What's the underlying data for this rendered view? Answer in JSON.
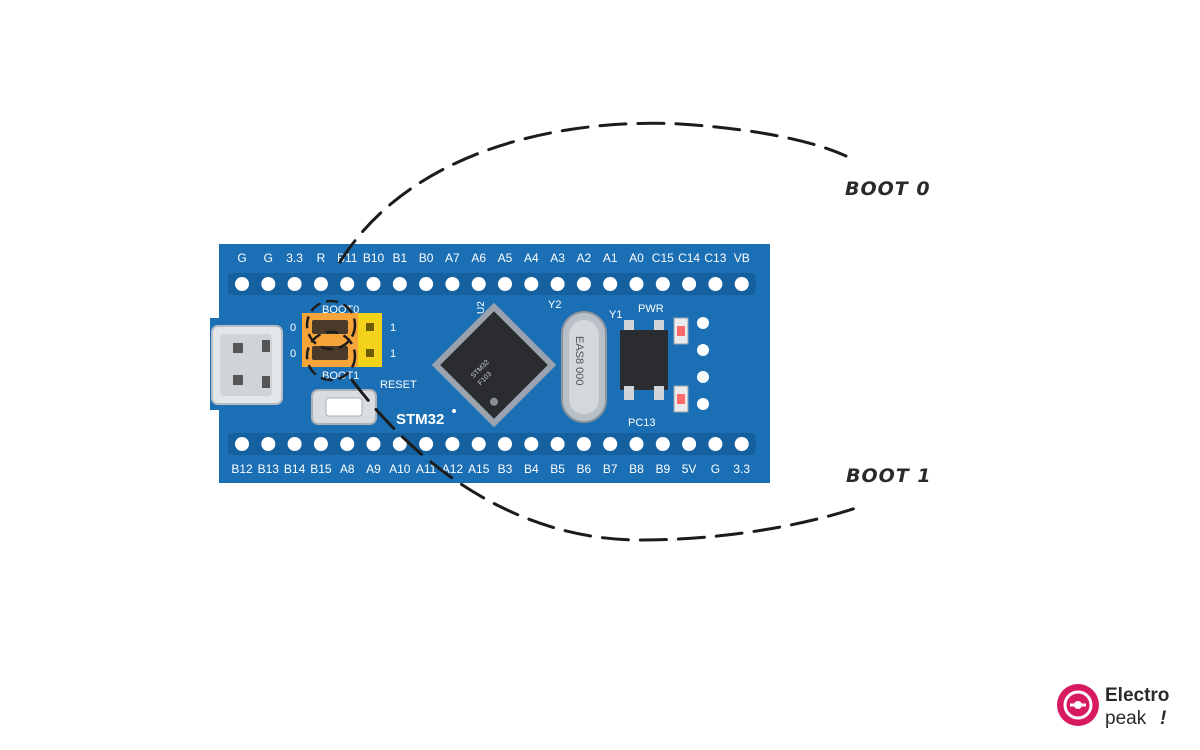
{
  "board": {
    "top_pins": [
      "G",
      "G",
      "3.3",
      "R",
      "B11",
      "B10",
      "B1",
      "B0",
      "A7",
      "A6",
      "A5",
      "A4",
      "A3",
      "A2",
      "A1",
      "A0",
      "C15",
      "C14",
      "C13",
      "VB"
    ],
    "bottom_pins": [
      "B12",
      "B13",
      "B14",
      "B15",
      "A8",
      "A9",
      "A10",
      "A11",
      "A12",
      "A15",
      "B3",
      "B4",
      "B5",
      "B6",
      "B7",
      "B8",
      "B9",
      "5V",
      "G",
      "3.3"
    ],
    "boot0_label": "BOOT0",
    "boot1_label": "BOOT1",
    "jumper_left_top": "0",
    "jumper_left_bottom": "0",
    "jumper_right_top": "1",
    "jumper_right_bottom": "1",
    "reset_label": "RESET",
    "brand_label": "STM32",
    "chip_ref": "U2",
    "crystal_ref": "Y2",
    "crystal_marking": "EAS8 000",
    "regulator_ref": "Y1",
    "pwr_label": "PWR",
    "pc13_label": "PC13",
    "colors": {
      "pcb": "#1b6fb5",
      "jumper_orange": "#f5a43a",
      "jumper_yellow": "#f2d21a"
    }
  },
  "callouts": {
    "boot0": "BOOT 0",
    "boot1": "BOOT 1"
  },
  "logo": {
    "line1": "Electro",
    "line2": "peak",
    "mark": "!",
    "color": "#d81b60"
  }
}
